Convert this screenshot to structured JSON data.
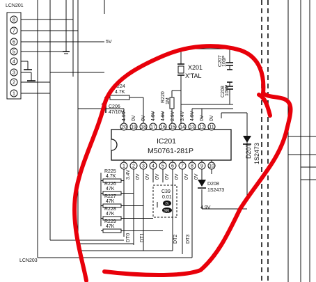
{
  "connectors": {
    "top": {
      "label": "LCN201",
      "pins": [
        "8",
        "7",
        "6",
        "5",
        "4",
        "3",
        "2",
        "1"
      ]
    },
    "bottom": {
      "label": "LCN203"
    }
  },
  "supply": {
    "v5": "5V",
    "v49": "4.9V"
  },
  "ic": {
    "ref": "IC201",
    "part": "M50761-281P",
    "top_pins": [
      "20",
      "19",
      "18",
      "17",
      "16",
      "15",
      "14",
      "13",
      "12",
      "11"
    ],
    "bottom_pins": [
      "1",
      "2",
      "3",
      "4",
      "5",
      "6",
      "7",
      "8",
      "9",
      "10"
    ],
    "top_voltages": [
      "4.9V",
      "0V",
      "0V",
      "4.9V",
      "4.9V",
      "2.9V",
      "3.4V",
      "4.9V",
      "0V",
      "0V"
    ],
    "bottom_voltages": [
      "3.4V",
      "0V",
      "0V",
      "0V",
      "0V",
      "0V",
      "0V",
      "0V"
    ]
  },
  "crystal": {
    "ref": "X201",
    "type": "X'TAL"
  },
  "components": {
    "r224": {
      "ref": "R224",
      "value": "4.7K"
    },
    "c206": {
      "ref": "C206",
      "value": "47/10V"
    },
    "r220": {
      "ref": "R220",
      "value": "1M"
    },
    "c207": {
      "ref": "C207",
      "value": "100P"
    },
    "c208": {
      "ref": "C208",
      "value": "100P"
    },
    "d207": {
      "ref": "D207",
      "part": "1S2473"
    },
    "d208": {
      "ref": "D208",
      "part": "1S2473"
    },
    "c39": {
      "ref": "C39",
      "value": "0.01"
    },
    "resistors": [
      {
        "ref": "R225",
        "value": "4.7K"
      },
      {
        "ref": "R226",
        "value": "47K"
      },
      {
        "ref": "R227",
        "value": "47K"
      },
      {
        "ref": "R228",
        "value": "47K"
      },
      {
        "ref": "R229",
        "value": "47K"
      }
    ],
    "test_points": [
      "G",
      "SB"
    ]
  },
  "signals": [
    "DT0",
    "DT1",
    "DT2",
    "DT3"
  ],
  "colors": {
    "annotation": "#e8000a",
    "ink": "#111111"
  }
}
